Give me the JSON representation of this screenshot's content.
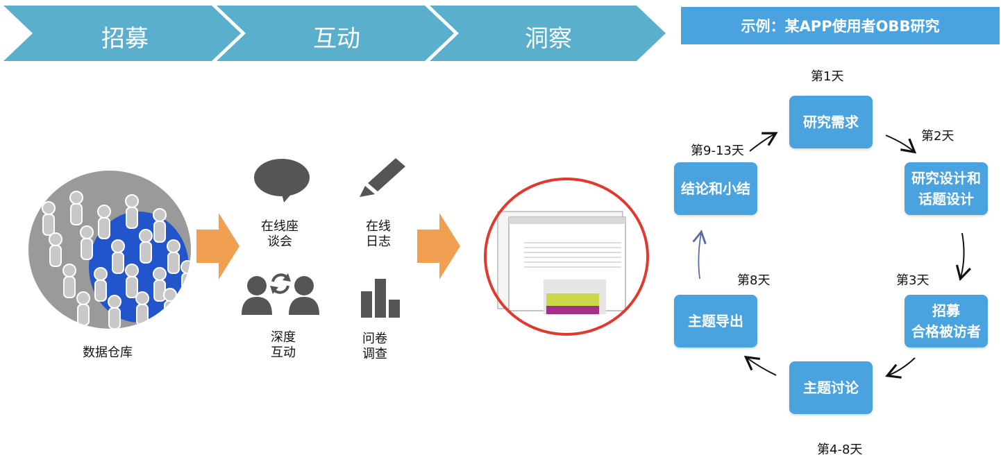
{
  "process": {
    "steps": [
      "招募",
      "互动",
      "洞察"
    ],
    "chevron_color": "#5aafcd"
  },
  "data_warehouse": {
    "label": "数据仓库"
  },
  "methods": {
    "online_forum": [
      "在线座",
      "谈会"
    ],
    "online_diary": [
      "在线",
      "日志"
    ],
    "depth_interaction": [
      "深度",
      "互动"
    ],
    "survey": [
      "问卷",
      "调查"
    ]
  },
  "example": {
    "title": "示例：某APP使用者OBB研究",
    "nodes": {
      "research_needs": [
        "研究需求"
      ],
      "research_design": [
        "研究设计和",
        "话题设计"
      ],
      "recruit": [
        "招募",
        "合格被访者"
      ],
      "topic_discussion": [
        "主题讨论"
      ],
      "topic_export": [
        "主题导出"
      ],
      "conclusion": [
        "结论和小结"
      ]
    },
    "days": {
      "d1": "第1天",
      "d2": "第2天",
      "d3": "第3天",
      "d4_8": "第4-8天",
      "d8": "第8天",
      "d9_13": "第9-13天"
    },
    "accent": "#4aa3df"
  },
  "colors": {
    "arrow_orange": "#f0a050",
    "highlight_red": "#e03a2e"
  }
}
